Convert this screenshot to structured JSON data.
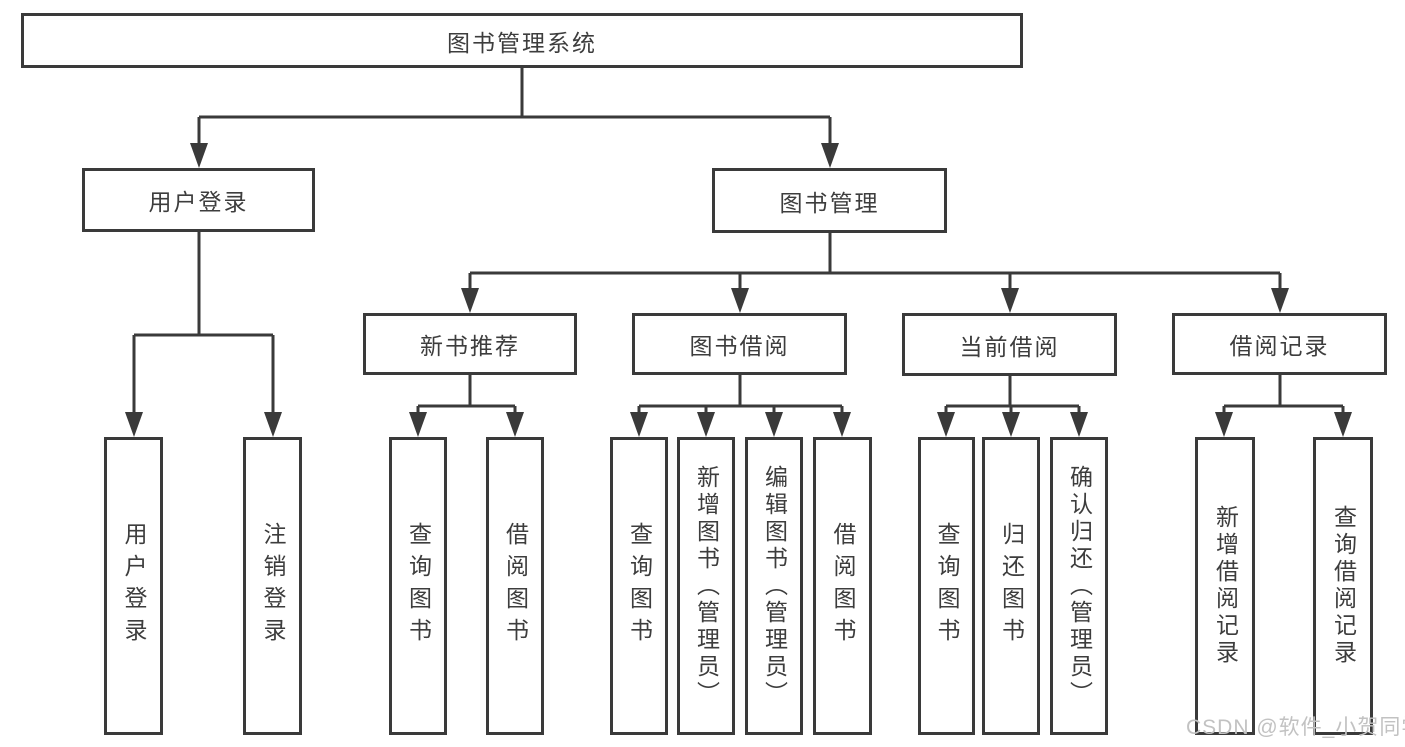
{
  "diagram": {
    "root": {
      "label": "图书管理系统",
      "children": [
        {
          "label": "用户登录",
          "children": [
            {
              "label": "用户登录"
            },
            {
              "label": "注销登录"
            }
          ]
        },
        {
          "label": "图书管理",
          "children": [
            {
              "label": "新书推荐",
              "children": [
                {
                  "label": "查询图书"
                },
                {
                  "label": "借阅图书"
                }
              ]
            },
            {
              "label": "图书借阅",
              "children": [
                {
                  "label": "查询图书"
                },
                {
                  "label": "新增图书（管理员）"
                },
                {
                  "label": "编辑图书（管理员）"
                },
                {
                  "label": "借阅图书"
                }
              ]
            },
            {
              "label": "当前借阅",
              "children": [
                {
                  "label": "查询图书"
                },
                {
                  "label": "归还图书"
                },
                {
                  "label": "确认归还（管理员）"
                }
              ]
            },
            {
              "label": "借阅记录",
              "children": [
                {
                  "label": "新增借阅记录"
                },
                {
                  "label": "查询借阅记录"
                }
              ]
            }
          ]
        }
      ]
    },
    "watermark": "CSDN @软件_小贺同学",
    "colors": {
      "line": "#3a3a3a",
      "text": "#3d3d3d",
      "watermark": "#c2c2c2",
      "background": "#ffffff"
    }
  }
}
